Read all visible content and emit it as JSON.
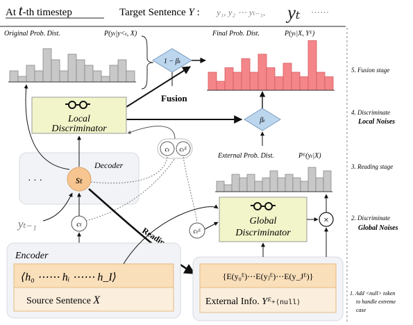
{
  "header": {
    "at_prefix": "At ",
    "at_t": "t",
    "at_suffix": "-th timestep",
    "target_label": "Target Sentence",
    "target_var": "Y",
    "target_seq": "y₁, y₂ ⋯ yₜ₋₁,",
    "target_current": "yₜ",
    "target_dots": "⋯⋯"
  },
  "distributions": {
    "original_title": "Original Prob. Dist.",
    "original_formula": "P(yₜ|y<ₜ, X)",
    "original_values": [
      2,
      1,
      3,
      2,
      6,
      4,
      2,
      5,
      4,
      3,
      2,
      1,
      3,
      4,
      2
    ],
    "final_title": "Final Prob. Dist.",
    "final_formula": "P(yₜ|X, Yᴱ)",
    "final_values": [
      4,
      2,
      5,
      4,
      7,
      4,
      8,
      5,
      3,
      6,
      4,
      3,
      11,
      4,
      3
    ],
    "external_title": "External Prob. Dist.",
    "external_formula": "Pᴱ(yₜ|X)",
    "external_values": [
      3,
      2,
      5,
      4,
      5,
      3,
      4,
      6,
      4,
      5,
      4,
      3,
      7,
      4,
      6
    ]
  },
  "gates": {
    "one_minus_beta": "1 − βₜ",
    "beta": "βₜ"
  },
  "fusion_label": "Fusion",
  "reading_label": "Reading",
  "local_discriminator": {
    "line1": "Local",
    "line2": "Discriminator"
  },
  "global_discriminator": {
    "line1": "Global",
    "line2": "Discriminator"
  },
  "decoder": {
    "label": "Decoder",
    "state": "sₜ",
    "dots": "· · ·",
    "prev_token": "yₜ₋₁",
    "context": "cₜ"
  },
  "context_pair": {
    "local": "cₜ",
    "external": "cₜᴱ"
  },
  "global_context": "cₜᴱ",
  "encoder": {
    "label": "Encoder",
    "hidden_states": "⟨h₀  ⋯⋯  hᵢ  ⋯⋯  h_I⟩",
    "source_label": "Source Sentence",
    "source_var": "X"
  },
  "external": {
    "embeddings": "{E(y₀ᴱ)⋯E(yⱼᴱ)⋯E(y_Jᴱ)}",
    "info_label": "External Info.",
    "info_var": "Yᴱ",
    "plus": "+",
    "null_token": "⟨null⟩"
  },
  "stages": {
    "fusion": "5. Fusion stage",
    "local_1": "4. Discriminate",
    "local_2": "Local Noises",
    "reading": "3. Reading stage",
    "global_1": "2. Discriminate",
    "global_2": "Global Noises",
    "add_1": "1. Add <null> token",
    "add_2": "to handle extreme",
    "add_3": "case"
  },
  "colors": {
    "gray_bar": "#c8c8c8",
    "red_bar": "#f4868a",
    "discriminator_fill": "#f2f5c9",
    "gate_fill": "#bcd6ee",
    "state_fill": "#f7c58f",
    "encoder_band": "#f9dfba",
    "panel_fill": "#f1f3f7"
  }
}
